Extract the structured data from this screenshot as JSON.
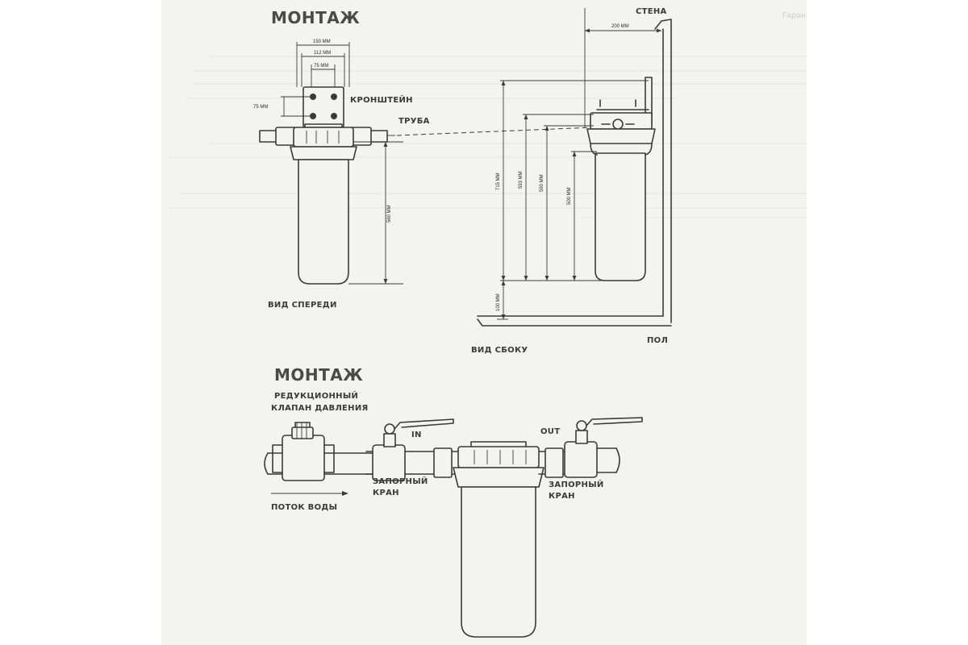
{
  "top_section": {
    "title": "МОНТАЖ",
    "front_view": {
      "caption": "ВИД СПЕРЕДИ",
      "bracket_label": "КРОНШТЕЙН",
      "pipe_label": "ТРУБА",
      "dim_width_outer": "150 ММ",
      "dim_width_mid": "112 ММ",
      "dim_width_inner": "75 ММ",
      "dim_height_bracket": "75 ММ",
      "dim_height_filter": "560 ММ"
    },
    "side_view": {
      "caption": "ВИД СБОКУ",
      "wall_label": "СТЕНА",
      "floor_label": "ПОЛ",
      "dim_wall_offset": "200 ММ",
      "dim_715": "715 ММ",
      "dim_593": "593 ММ",
      "dim_590": "590 ММ",
      "dim_500": "500 ММ",
      "dim_100": "100 ММ"
    }
  },
  "bottom_section": {
    "title": "МОНТАЖ",
    "reducer_label_line1": "РЕДУКЦИОННЫЙ",
    "reducer_label_line2": "КЛАПАН ДАВЛЕНИЯ",
    "valve_in_label_line1": "ЗАПОРНЫЙ",
    "valve_in_label_line2": "КРАН",
    "valve_out_label_line1": "ЗАПОРНЫЙ",
    "valve_out_label_line2": "КРАН",
    "in_label": "IN",
    "out_label": "OUT",
    "flow_label": "ПОТОК ВОДЫ"
  },
  "colors": {
    "page_background": "#ffffff",
    "sheet_background": "#f3f3f1",
    "line_color": "#3b3b3b",
    "title_color": "#4a4a4a"
  }
}
